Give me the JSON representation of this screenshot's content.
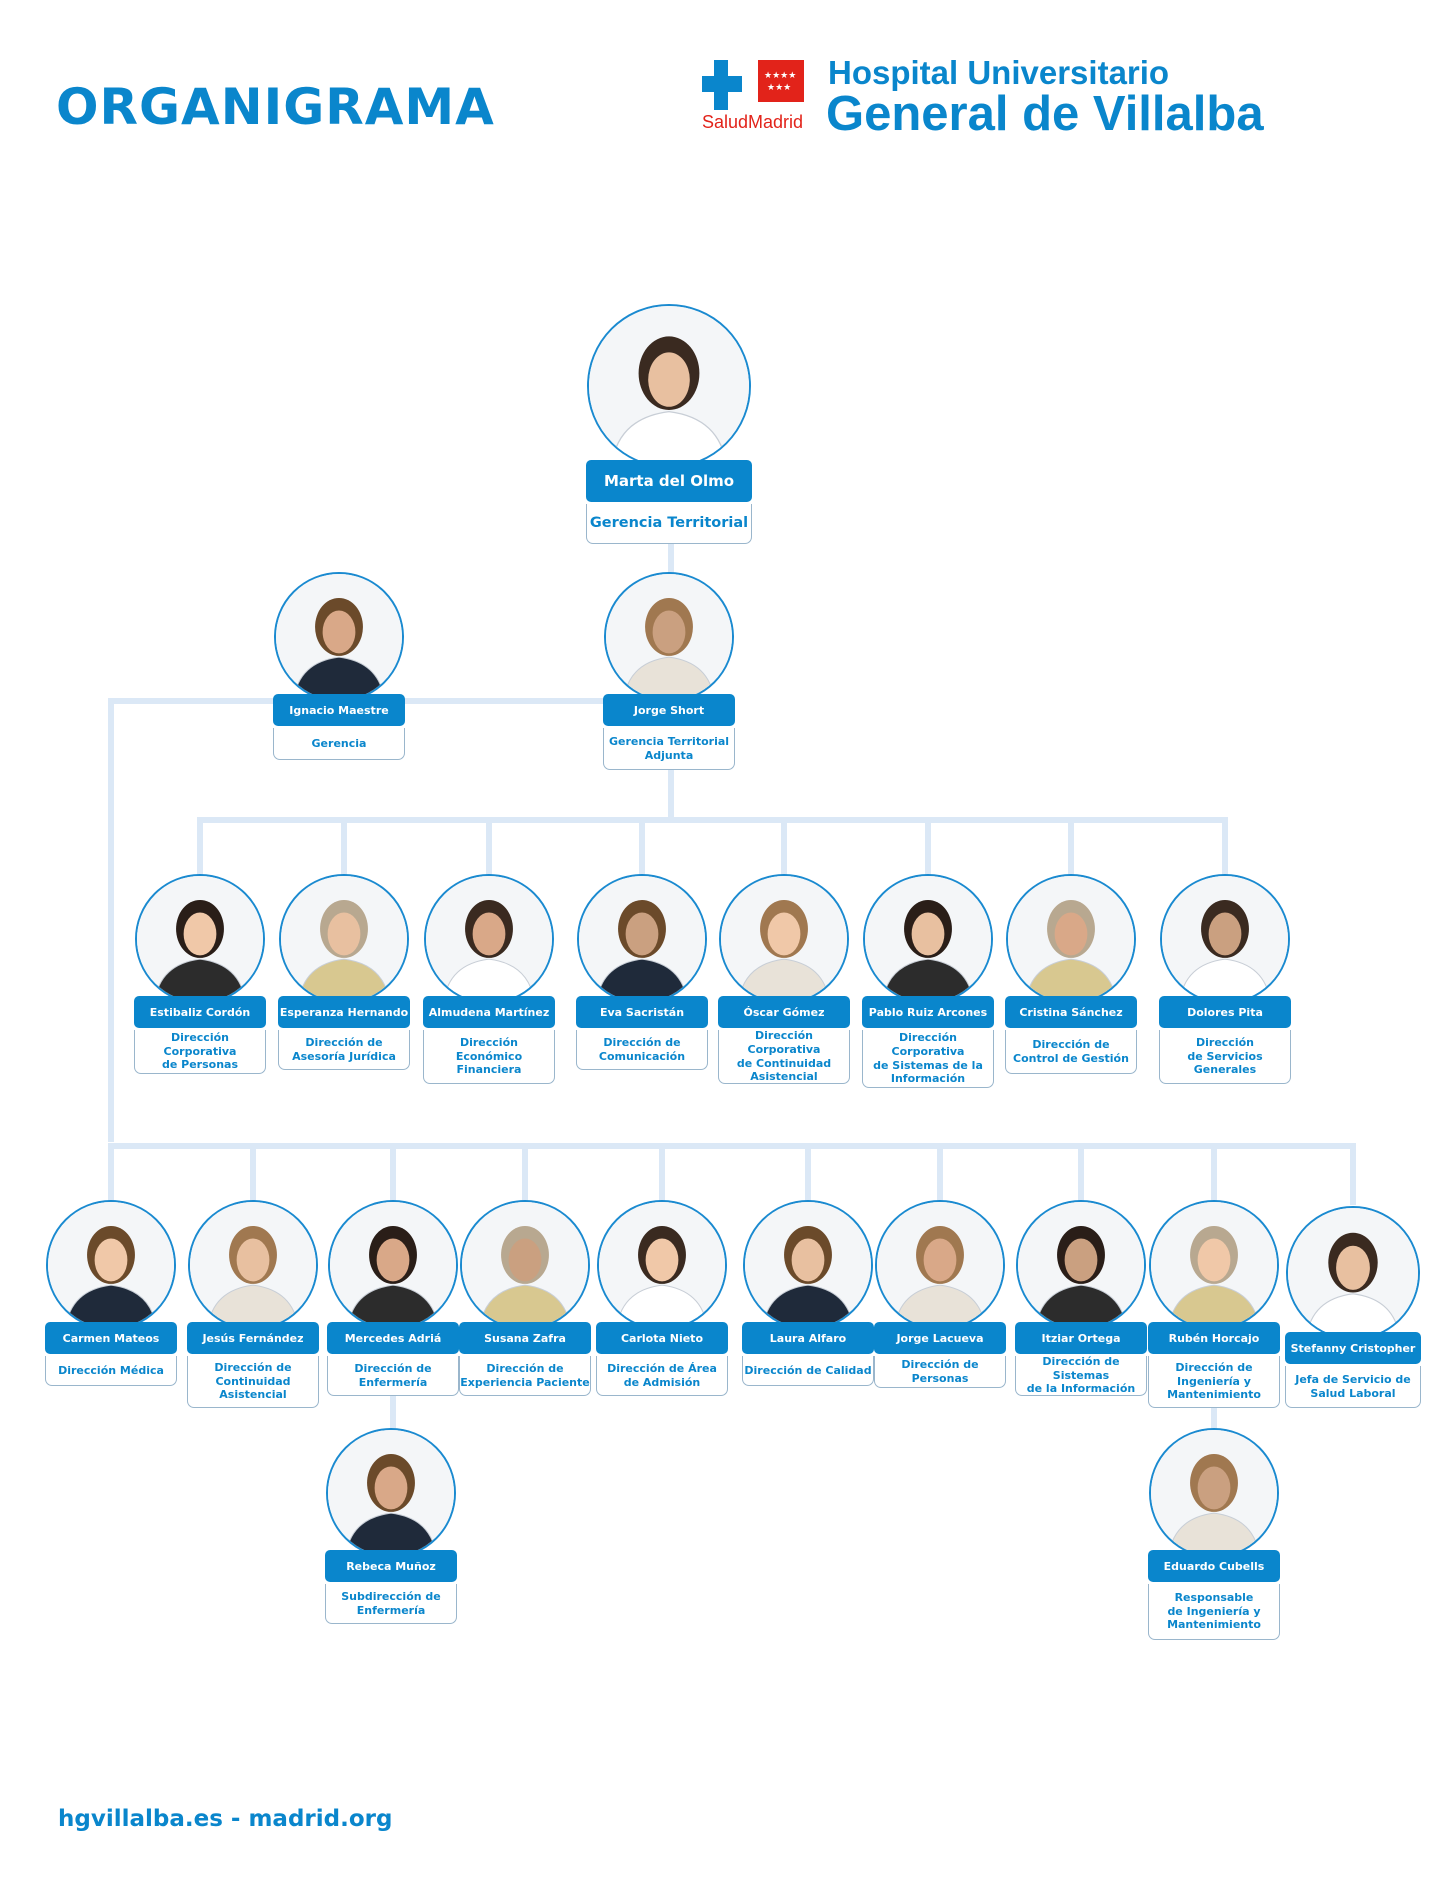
{
  "header": {
    "title": "ORGANIGRAMA",
    "hospital_line1": "Hospital Universitario",
    "hospital_line2": "General de Villalba",
    "logo_text": "SaludMadrid"
  },
  "footer": {
    "text": "hgvillalba.es - madrid.org"
  },
  "colors": {
    "brand_blue": "#0a86cc",
    "connector": "#dbe8f6",
    "flag_red": "#e2231a"
  },
  "top": {
    "name": "Marta del Olmo",
    "role": "Gerencia Territorial"
  },
  "gerencia": {
    "name": "Ignacio Maestre",
    "role": "Gerencia"
  },
  "adjunta": {
    "name": "Jorge Short",
    "role": "Gerencia Territorial\nAdjunta"
  },
  "row1": [
    {
      "name": "Estibaliz Cordón",
      "role": "Dirección Corporativa\nde Personas"
    },
    {
      "name": "Esperanza Hernando",
      "role": "Dirección de\nAsesoría Jurídica"
    },
    {
      "name": "Almudena Martínez",
      "role": "Dirección\nEconómico\nFinanciera"
    },
    {
      "name": "Eva Sacristán",
      "role": "Dirección de\nComunicación"
    },
    {
      "name": "Óscar Gómez",
      "role": "Dirección Corporativa\nde Continuidad\nAsistencial"
    },
    {
      "name": "Pablo Ruiz Arcones",
      "role": "Dirección Corporativa\nde Sistemas de la\nInformación"
    },
    {
      "name": "Cristina Sánchez",
      "role": "Dirección de\nControl de Gestión"
    },
    {
      "name": "Dolores Pita",
      "role": "Dirección\nde Servicios\nGenerales"
    }
  ],
  "row2": [
    {
      "name": "Carmen Mateos",
      "role": "Dirección Médica"
    },
    {
      "name": "Jesús Fernández",
      "role": "Dirección de\nContinuidad\nAsistencial"
    },
    {
      "name": "Mercedes Adriá",
      "role": "Dirección de\nEnfermería"
    },
    {
      "name": "Susana Zafra",
      "role": "Dirección de\nExperiencia Paciente"
    },
    {
      "name": "Carlota Nieto",
      "role": "Dirección de Área\nde Admisión"
    },
    {
      "name": "Laura Alfaro",
      "role": "Dirección de Calidad"
    },
    {
      "name": "Jorge Lacueva",
      "role": "Dirección de Personas"
    },
    {
      "name": "Itziar Ortega",
      "role": "Dirección de Sistemas\nde la Información"
    },
    {
      "name": "Rubén Horcajo",
      "role": "Dirección de\nIngeniería y\nMantenimiento"
    },
    {
      "name": "Stefanny Cristopher",
      "role": "Jefa de Servicio de\nSalud Laboral"
    }
  ],
  "row3": [
    {
      "name": "Rebeca Muñoz",
      "role": "Subdirección de\nEnfermería"
    },
    {
      "name": "Eduardo Cubells",
      "role": "Responsable\nde Ingeniería y\nMantenimiento"
    }
  ]
}
